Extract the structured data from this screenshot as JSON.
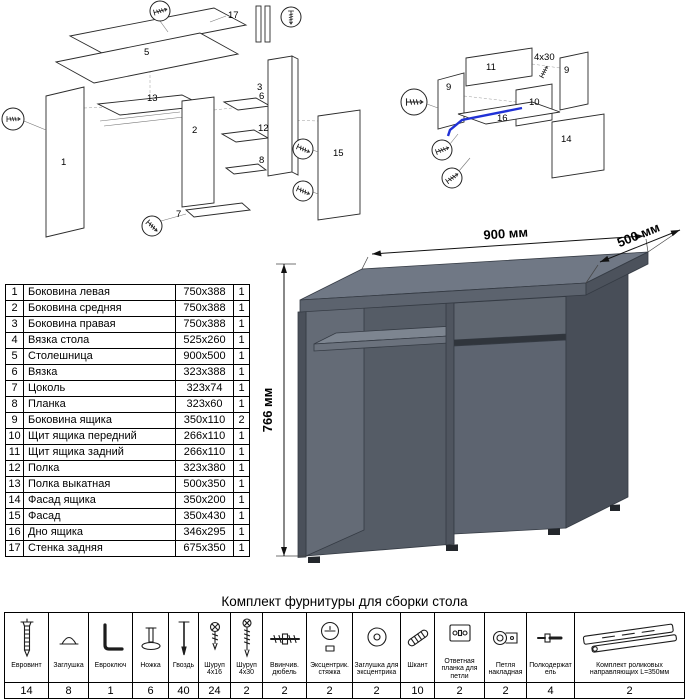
{
  "colors": {
    "desk_gray": "#636b76",
    "guide_blue": "#2031d6"
  },
  "diagram_left": {
    "labels": [
      "17",
      "5",
      "1",
      "13",
      "2",
      "6",
      "12",
      "8",
      "7",
      "3",
      "15"
    ]
  },
  "diagram_right": {
    "labels": [
      "9",
      "11",
      "9",
      "10",
      "16",
      "14"
    ],
    "screw_note": "4x30"
  },
  "desk_view": {
    "dim_width": "900 мм",
    "dim_depth": "500 мм",
    "dim_height": "766 мм"
  },
  "parts": {
    "rows": [
      {
        "num": "1",
        "name": "Боковина левая",
        "size": "750x388",
        "qty": "1"
      },
      {
        "num": "2",
        "name": "Боковина средняя",
        "size": "750x388",
        "qty": "1"
      },
      {
        "num": "3",
        "name": "Боковина правая",
        "size": "750x388",
        "qty": "1"
      },
      {
        "num": "4",
        "name": "Вязка стола",
        "size": "525x260",
        "qty": "1"
      },
      {
        "num": "5",
        "name": "Столешница",
        "size": "900x500",
        "qty": "1"
      },
      {
        "num": "6",
        "name": "Вязка",
        "size": "323x388",
        "qty": "1"
      },
      {
        "num": "7",
        "name": "Цоколь",
        "size": "323x74",
        "qty": "1"
      },
      {
        "num": "8",
        "name": "Планка",
        "size": "323x60",
        "qty": "1"
      },
      {
        "num": "9",
        "name": "Боковина ящика",
        "size": "350x110",
        "qty": "2"
      },
      {
        "num": "10",
        "name": "Щит ящика передний",
        "size": "266x110",
        "qty": "1"
      },
      {
        "num": "11",
        "name": "Щит ящика задний",
        "size": "266x110",
        "qty": "1"
      },
      {
        "num": "12",
        "name": "Полка",
        "size": "323x380",
        "qty": "1"
      },
      {
        "num": "13",
        "name": "Полка выкатная",
        "size": "500x350",
        "qty": "1"
      },
      {
        "num": "14",
        "name": "Фасад ящика",
        "size": "350x200",
        "qty": "1"
      },
      {
        "num": "15",
        "name": "Фасад",
        "size": "350x430",
        "qty": "1"
      },
      {
        "num": "16",
        "name": "Дно ящика",
        "size": "346x295",
        "qty": "1"
      },
      {
        "num": "17",
        "name": "Стенка задняя",
        "size": "675x350",
        "qty": "1"
      }
    ]
  },
  "hardware": {
    "title": "Комплект фурнитуры для сборки стола",
    "items": [
      {
        "name": "Евровинт",
        "qty": "14"
      },
      {
        "name": "Заглушка",
        "qty": "8"
      },
      {
        "name": "Евроключ",
        "qty": "1"
      },
      {
        "name": "Ножка",
        "qty": "6"
      },
      {
        "name": "Гвоздь",
        "qty": "40"
      },
      {
        "name": "Шуруп 4x16",
        "qty": "24"
      },
      {
        "name": "Шуруп 4x30",
        "qty": "2"
      },
      {
        "name": "Ввинчив. дюбель",
        "qty": "2"
      },
      {
        "name": "Эксцентрик. стяжка",
        "qty": "2"
      },
      {
        "name": "Заглушка для эксцентрика",
        "qty": "2"
      },
      {
        "name": "Шкант",
        "qty": "10"
      },
      {
        "name": "Ответная планка для петли",
        "qty": "2"
      },
      {
        "name": "Петля накладная",
        "qty": "2"
      },
      {
        "name": "Полкодержатель",
        "qty": "4"
      },
      {
        "name": "Комплект роликовых направляющих L=350мм",
        "qty": "2"
      }
    ]
  }
}
